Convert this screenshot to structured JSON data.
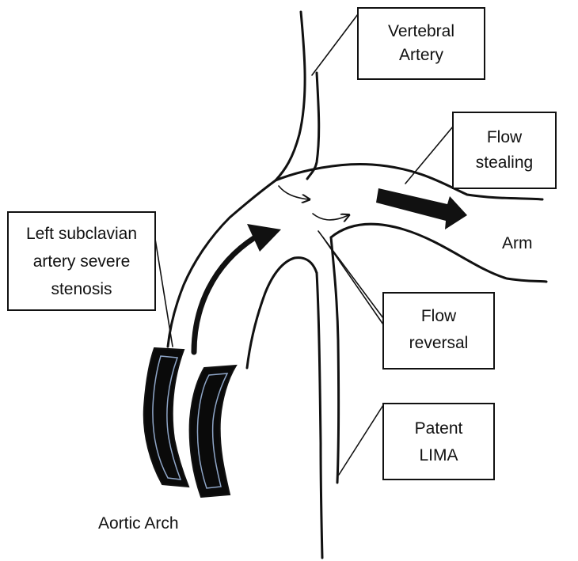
{
  "labels": {
    "vertebral_artery": [
      "Vertebral",
      "Artery"
    ],
    "flow_stealing": [
      "Flow",
      "stealing"
    ],
    "arm": "Arm",
    "left_subclavian": [
      "Left subclavian",
      "artery severe",
      "stenosis"
    ],
    "flow_reversal": [
      "Flow",
      "reversal"
    ],
    "patent_lima": [
      "Patent",
      "LIMA"
    ],
    "aortic_arch": "Aortic Arch"
  },
  "colors": {
    "ink": "#111111",
    "stenosis_outline": "#8fa6c8",
    "background": "#ffffff"
  }
}
